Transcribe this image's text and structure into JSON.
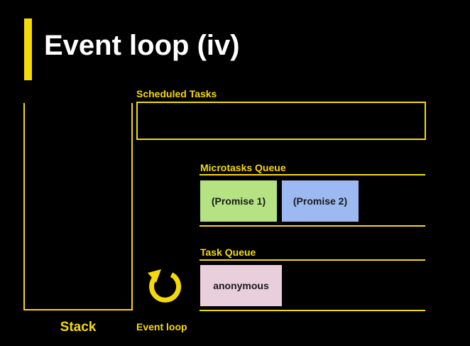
{
  "title": "Event loop (iv)",
  "stack": {
    "label": "Stack"
  },
  "scheduled": {
    "label": "Scheduled Tasks",
    "items": []
  },
  "microtasks": {
    "label": "Microtasks Queue",
    "items": [
      {
        "label": "(Promise 1)",
        "color": "#B5E383"
      },
      {
        "label": "(Promise 2)",
        "color": "#9DB9F2"
      }
    ]
  },
  "tasks": {
    "label": "Task Queue",
    "items": [
      {
        "label": "anonymous",
        "color": "#E9CFDC"
      }
    ]
  },
  "event_loop": {
    "label": "Event loop",
    "icon": "refresh-icon"
  },
  "colors": {
    "accent": "#F5D90A",
    "background": "#000000",
    "title_text": "#FFFFFF"
  }
}
